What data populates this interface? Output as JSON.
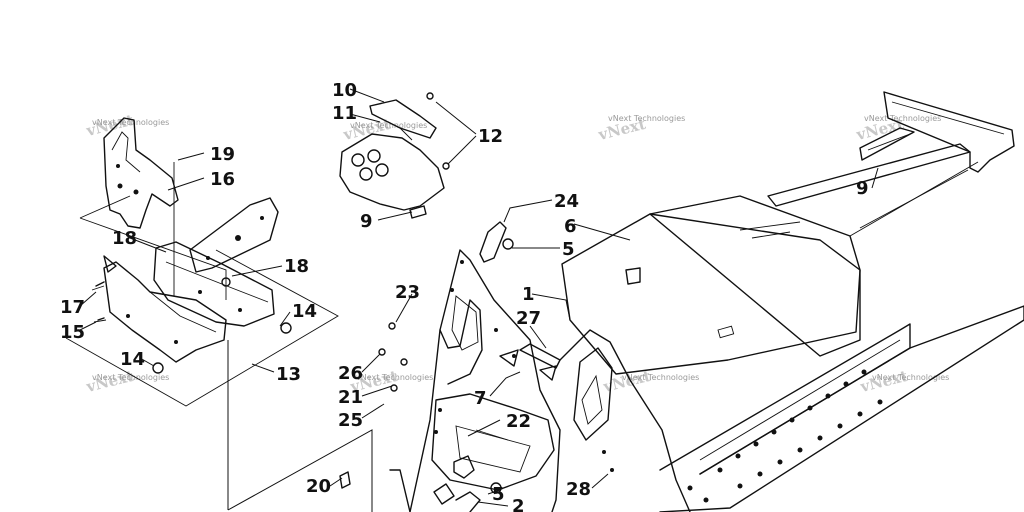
{
  "diagram": {
    "callouts": [
      "10",
      "11",
      "12",
      "9",
      "19",
      "16",
      "18",
      "18",
      "17",
      "15",
      "14",
      "14",
      "13",
      "24",
      "6",
      "5",
      "1",
      "27",
      "23",
      "26",
      "21",
      "25",
      "7",
      "22",
      "20",
      "5",
      "2",
      "28",
      "9"
    ],
    "watermark": {
      "text": "vNext Technologies",
      "logo": "vNext Technologies"
    }
  }
}
